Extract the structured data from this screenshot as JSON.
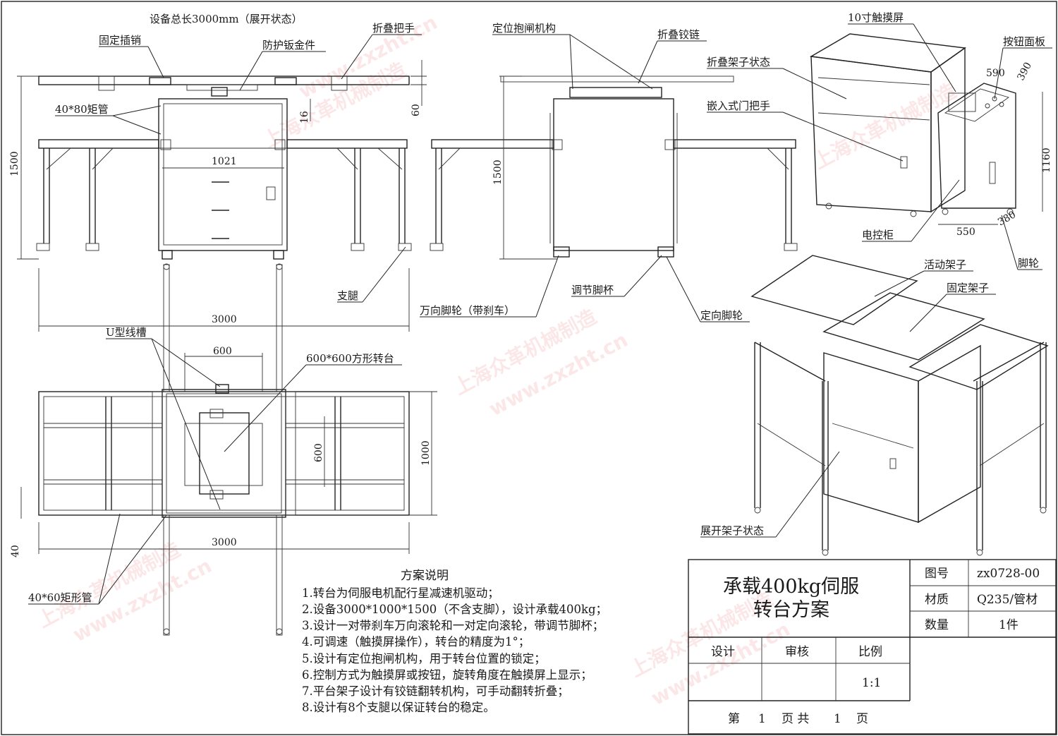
{
  "views": {
    "front": {
      "total_length_label": "设备总长3000mm（展开状态）",
      "fixed_pin": "固定插销",
      "guard_sheet": "防护钣金件",
      "fold_handle": "折叠把手",
      "tube_40x80": "40*80矩管",
      "dim_1021": "1021",
      "dim_1500": "1500",
      "dim_16": "16",
      "dim_60": "60",
      "dim_3000": "3000",
      "leg": "支腿"
    },
    "side": {
      "brake_lock": "定位抱闸机构",
      "fold_hinge": "折叠铰链",
      "dim_1500": "1500",
      "universal_caster": "万向脚轮（带刹车）",
      "adjust_foot": "调节脚杯",
      "fixed_caster": "定向脚轮"
    },
    "top": {
      "u_trough": "U型线槽",
      "dim_600_w": "600",
      "turntable": "600*600方形转台",
      "dim_600_h": "600",
      "dim_1000": "1000",
      "dim_40": "40",
      "dim_3000": "3000",
      "tube_40x60": "40*60矩形管"
    },
    "iso_folded": {
      "touch_screen": "10寸触摸屏",
      "button_panel": "按钮面板",
      "folded_state": "折叠架子状态",
      "door_handle": "嵌入式门把手",
      "dim_590": "590",
      "dim_390": "390",
      "dim_1160": "1160",
      "dim_550": "550",
      "dim_380": "380",
      "control_cabinet": "电控柜",
      "foot_wheel": "脚轮"
    },
    "iso_open": {
      "movable_frame": "活动架子",
      "fixed_frame": "固定架子",
      "open_state": "展开架子状态"
    }
  },
  "notes": {
    "title": "方案说明",
    "items": [
      "1.转台为伺服电机配行星减速机驱动；",
      "2.设备3000*1000*1500（不含支脚），设计承载400kg；",
      "3.设计一对带刹车万向滚轮和一对定向滚轮，带调节脚杯；",
      "4.可调速（触摸屏操作），转台的精度为1°；",
      "5.设计有定位抱闸机构，用于转台位置的锁定；",
      "6.控制方式为触摸屏或按钮，旋转角度在触摸屏上显示；",
      "7.平台架子设计有铰链翻转机构，可手动翻转折叠；",
      "8.设计有8个支腿以保证转台的稳定。"
    ]
  },
  "title_block": {
    "title_line1": "承载400kg伺服",
    "title_line2": "转台方案",
    "drawing_no_label": "图号",
    "drawing_no": "zx0728-00",
    "material_label": "材质",
    "material": "Q235/管材",
    "qty_label": "数量",
    "qty": "1件",
    "design_label": "设计",
    "review_label": "审核",
    "scale_label": "比例",
    "scale": "1:1",
    "page_prefix": "第",
    "page_no": "1",
    "page_mid": "页 共",
    "page_total": "1",
    "page_suffix": "页"
  },
  "watermark": {
    "text1": "上海众革机械制造",
    "text2": "www.zxzht.cn"
  }
}
